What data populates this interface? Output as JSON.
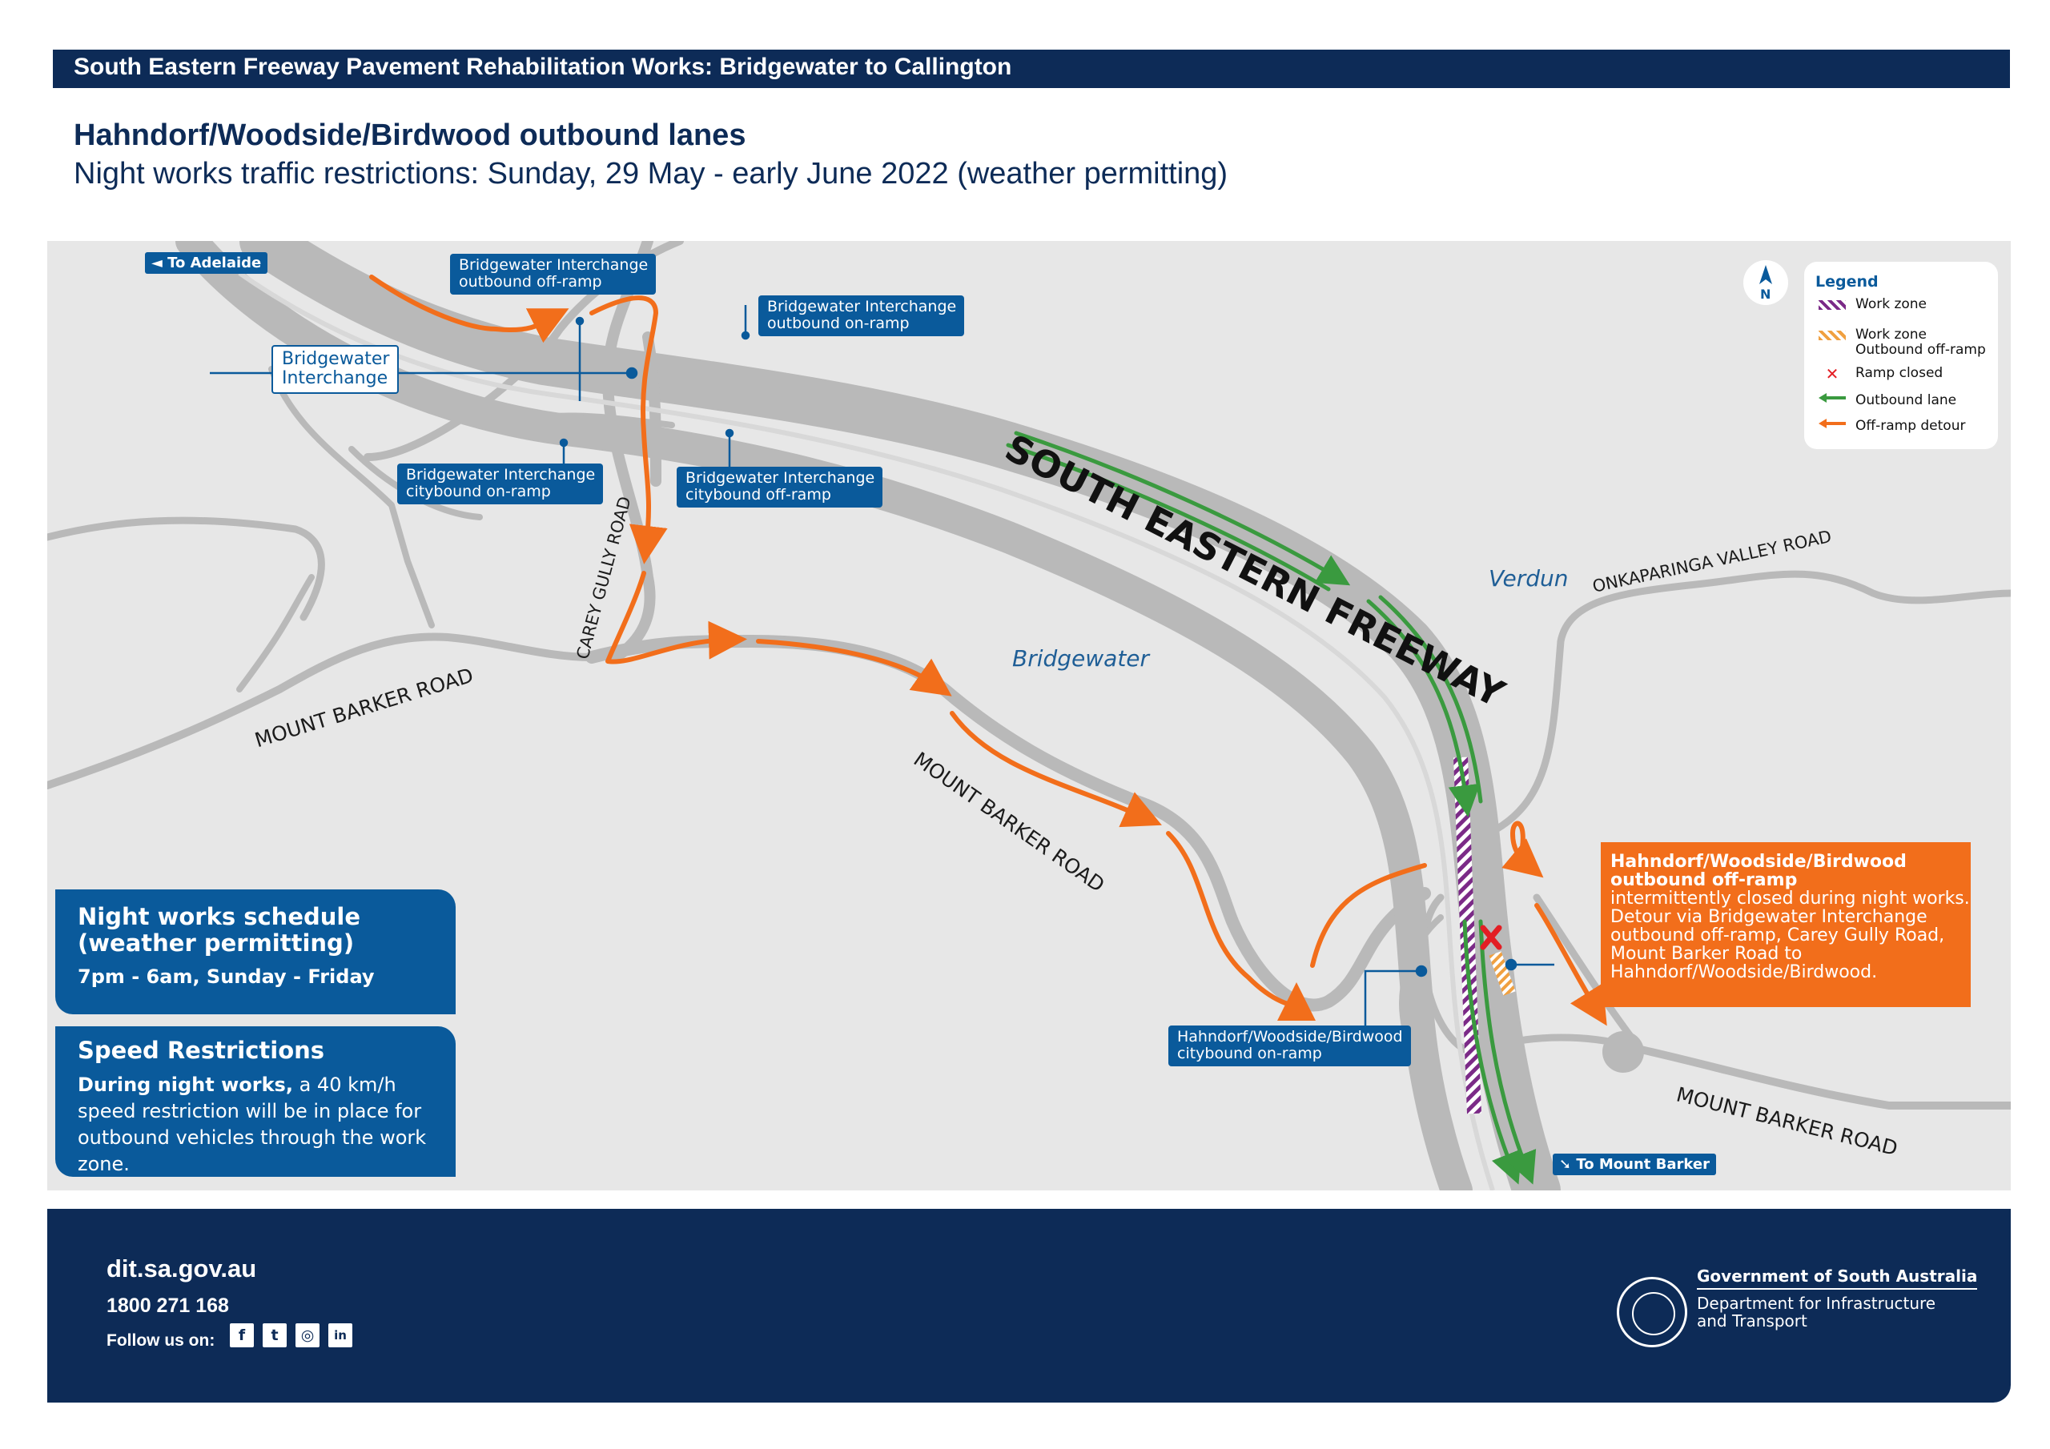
{
  "header": {
    "banner": "South Eastern Freeway Pavement Rehabilitation Works: Bridgewater to Callington",
    "title": "Hahndorf/Woodside/Birdwood outbound lanes",
    "subtitle": "Night works traffic restrictions: Sunday, 29 May - early June 2022 (weather permitting)"
  },
  "map": {
    "freeway_label": "SOUTH EASTERN FREEWAY",
    "roads": {
      "mount_barker_west": "MOUNT BARKER ROAD",
      "mount_barker_mid": "MOUNT BARKER ROAD",
      "mount_barker_east": "MOUNT BARKER ROAD",
      "carey_gully": "CAREY GULLY ROAD",
      "onkaparinga": "ONKAPARINGA VALLEY ROAD"
    },
    "places": {
      "bridgewater": "Bridgewater",
      "verdun": "Verdun"
    },
    "direction_tags": {
      "to_adelaide": "◄ To Adelaide",
      "to_mount_barker": "➘ To Mount Barker"
    },
    "callouts": {
      "bw_interchange": "Bridgewater\nInterchange",
      "bw_outbound_offramp": "Bridgewater Interchange\noutbound off-ramp",
      "bw_outbound_onramp": "Bridgewater Interchange\noutbound on-ramp",
      "bw_citybound_onramp": "Bridgewater Interchange\ncitybound on-ramp",
      "bw_citybound_offramp": "Bridgewater Interchange\ncitybound off-ramp",
      "hwb_citybound_onramp": "Hahndorf/Woodside/Birdwood\ncitybound on-ramp"
    },
    "closure_notice": {
      "heading": "Hahndorf/Woodside/Birdwood\noutbound off-ramp",
      "body": "intermittently closed during night works.\nDetour via Bridgewater Interchange\noutbound off-ramp, Carey Gully Road,\nMount Barker Road to\nHahndorf/Woodside/Birdwood."
    },
    "north_label": "N",
    "colors": {
      "road": "#b7b7b7",
      "detour": "#f26e1b",
      "outbound_lane": "#3a9a3f",
      "work_zone": "#7b2a87",
      "ramp_closed": "#e31e24",
      "brand_blue": "#0a5a9b",
      "navy": "#0d2b57"
    }
  },
  "legend": {
    "title": "Legend",
    "items": [
      {
        "label": "Work zone",
        "icon": "purple-hatch-swatch"
      },
      {
        "label": "Work zone\nOutbound off-ramp",
        "icon": "orange-hatch-swatch"
      },
      {
        "label": "Ramp closed",
        "icon": "red-x-icon"
      },
      {
        "label": "Outbound lane",
        "icon": "green-arrow-icon"
      },
      {
        "label": "Off-ramp detour",
        "icon": "orange-arrow-icon"
      }
    ]
  },
  "panels": {
    "schedule": {
      "heading": "Night works schedule\n(weather permitting)",
      "body": "7pm - 6am, Sunday - Friday"
    },
    "speed": {
      "heading": "Speed Restrictions",
      "body_bold": "During night works,",
      "body": " a 40 km/h speed restriction will be in place for outbound vehicles through the work zone."
    }
  },
  "footer": {
    "website": "dit.sa.gov.au",
    "phone": "1800 271 168",
    "follow": "Follow us on:",
    "social": [
      "f",
      "t",
      "◎",
      "in"
    ],
    "gov_name": "Government of South Australia",
    "department": "Department for Infrastructure\nand Transport"
  }
}
